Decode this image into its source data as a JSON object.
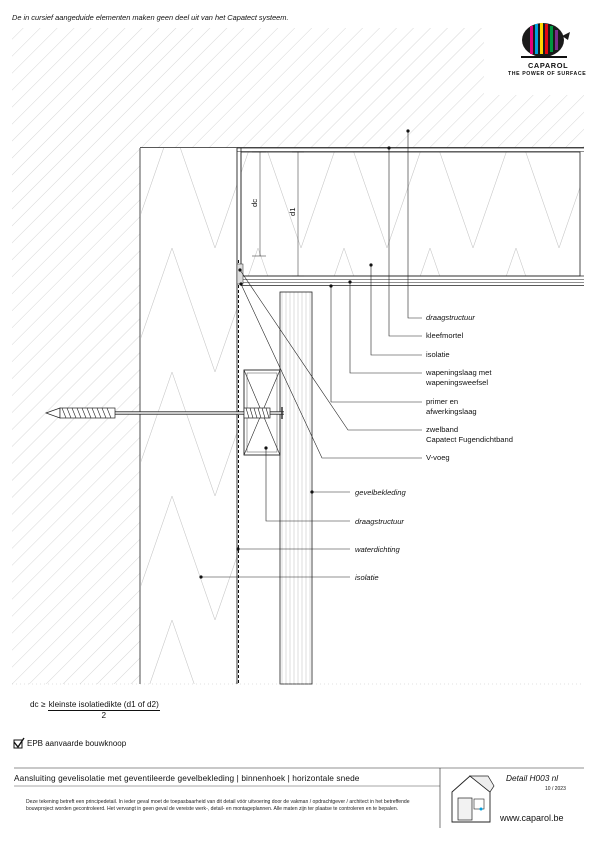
{
  "header": {
    "note": "De in cursief aangeduide elementen maken geen deel uit van het Capatect systeem."
  },
  "logo": {
    "brand": "CAPAROL",
    "tagline": "THE POWER OF SURFACE"
  },
  "dimensions": {
    "dc": "dc",
    "d1": "d1"
  },
  "labels": [
    {
      "text": "draagstructuur",
      "italic": true
    },
    {
      "text": "kleefmortel",
      "italic": false
    },
    {
      "text": "isolatie",
      "italic": false
    },
    {
      "text": "wapeningslaag met",
      "italic": false
    },
    {
      "text": "wapeningsweefsel",
      "italic": false
    },
    {
      "text": "primer en",
      "italic": false
    },
    {
      "text": "afwerkingslaag",
      "italic": false
    },
    {
      "text": "zwelband",
      "italic": false
    },
    {
      "text": "Capatect Fugendichtband",
      "italic": false
    },
    {
      "text": "V-voeg",
      "italic": false
    },
    {
      "text": "gevelbekleding",
      "italic": true
    },
    {
      "text": "draagstructuur",
      "italic": true
    },
    {
      "text": "waterdichting",
      "italic": true
    },
    {
      "text": "isolatie",
      "italic": true
    }
  ],
  "formula": {
    "lhs": "dc ≥",
    "numerator": "kleinste isolatiedikte (d1 of d2)",
    "denominator": "2"
  },
  "epb": {
    "label": "EPB aanvaarde bouwknoop"
  },
  "footer": {
    "title": "Aansluiting gevelisolatie met geventileerde gevelbekleding | binnenhoek | horizontale snede",
    "detail": "Detail H003 nl",
    "date": "10 / 2023",
    "disclaimer": "Deze tekening betreft een principedetail. In ieder geval moet de toepasbaarheid van dit detail vóór uitvoering door de vakman / opdrachtgever / architect in het betreffende bouwproject worden gecontroleerd. Het vervangt in geen geval de vereiste werk-, detail- en montageplannen. Alle maten zijn ter plaatse te controleren en te bepalen.",
    "website": "www.caparol.be"
  }
}
